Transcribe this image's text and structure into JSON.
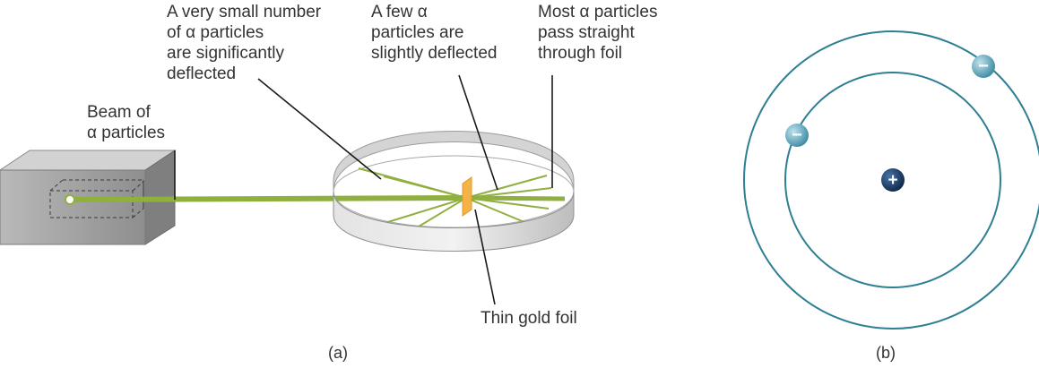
{
  "panel_a": {
    "label_small_number": [
      "A very small number",
      "of α particles",
      "are significantly",
      "deflected"
    ],
    "label_few": [
      "A few α",
      "particles are",
      "slightly deflected"
    ],
    "label_most": [
      "Most α particles",
      "pass straight",
      "through foil"
    ],
    "label_beam": [
      "Beam of",
      "α particles"
    ],
    "label_foil": "Thin gold foil",
    "caption": "(a)"
  },
  "panel_b": {
    "caption": "(b)",
    "electron_symbol": "−",
    "nucleus_symbol": "+"
  },
  "colors": {
    "beam": "#8fb03e",
    "foil": "#f5b247",
    "orbit": "#2e7f93",
    "electron": "#5aa6bd",
    "nucleus": "#1f3f66",
    "screen": "#cfcfcf",
    "box": "#9a9a9a"
  }
}
